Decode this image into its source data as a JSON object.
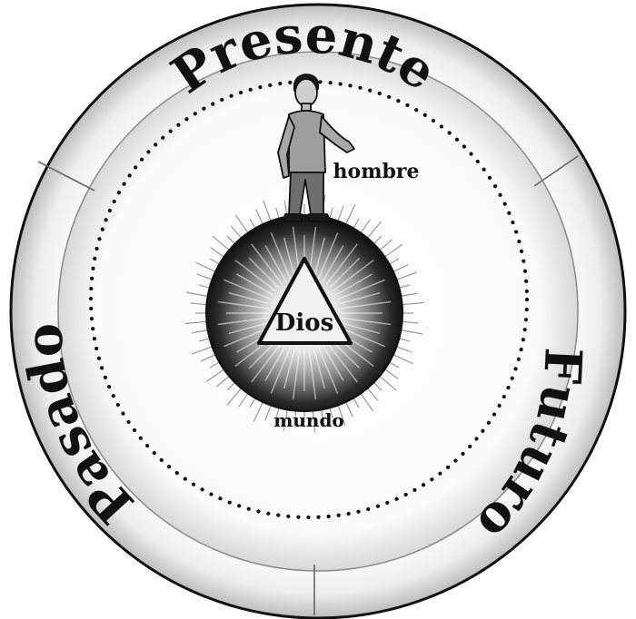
{
  "diagram": {
    "ring_labels": {
      "top": "Presente",
      "left": "Pasado",
      "right": "Futuro"
    },
    "center_label": "Dios",
    "figure_label": "hombre",
    "sphere_label": "mundo"
  },
  "colors": {
    "ink": "#111111",
    "paper": "#ffffff",
    "shade": "#bdbdbd",
    "sphere_dark": "#1c1c1c",
    "sphere_light": "#f4f4f4"
  },
  "icons": {
    "figure": "standing-man-icon",
    "center": "triangle-icon",
    "sphere": "glowing-globe-icon"
  }
}
